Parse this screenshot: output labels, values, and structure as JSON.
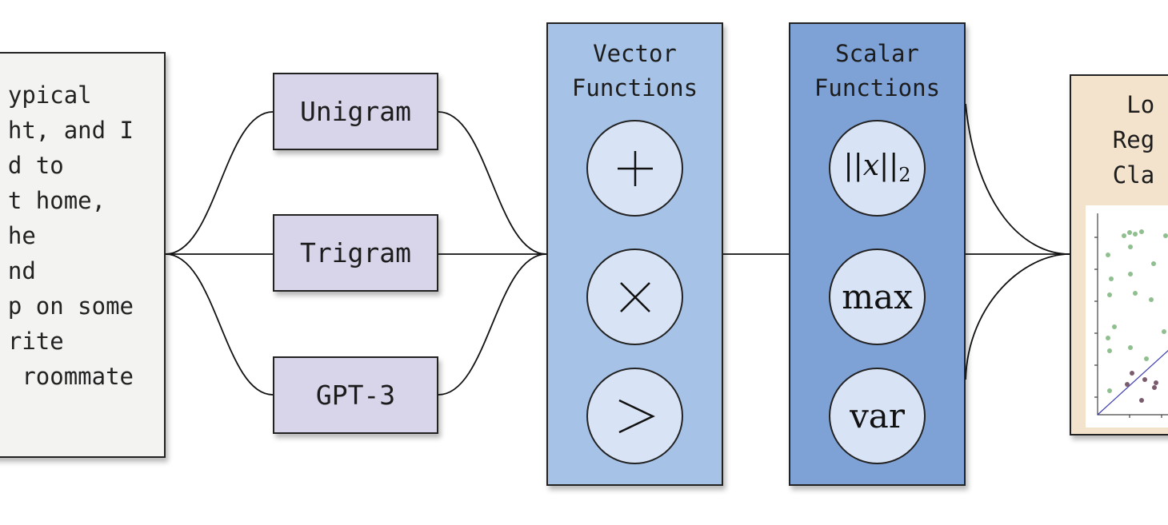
{
  "input_document": {
    "lines": [
      "ypical",
      "ht, and I",
      "d to",
      "t home,",
      "he",
      "nd",
      "p on some",
      "rite",
      " roommate"
    ]
  },
  "features": {
    "unigram": "Unigram",
    "trigram": "Trigram",
    "gpt3": "GPT-3"
  },
  "vector_functions": {
    "title": "Vector\nFunctions",
    "ops": [
      "+",
      "×",
      ">"
    ]
  },
  "scalar_functions": {
    "title": "Scalar\nFunctions",
    "ops": [
      "||x||2",
      "max",
      "var"
    ]
  },
  "classifier": {
    "title": " Lo\nReg\nCla"
  },
  "colors": {
    "feature_fill": "#d8d4ea",
    "vector_panel": "#a6c2e6",
    "scalar_panel": "#7fa2d6",
    "op_circle": "#d8e4f5",
    "classifier_fill": "#f3e3cc",
    "class_green": "#8fbf8f",
    "class_purple": "#7a5c6e",
    "boundary": "#3c3cb0"
  }
}
